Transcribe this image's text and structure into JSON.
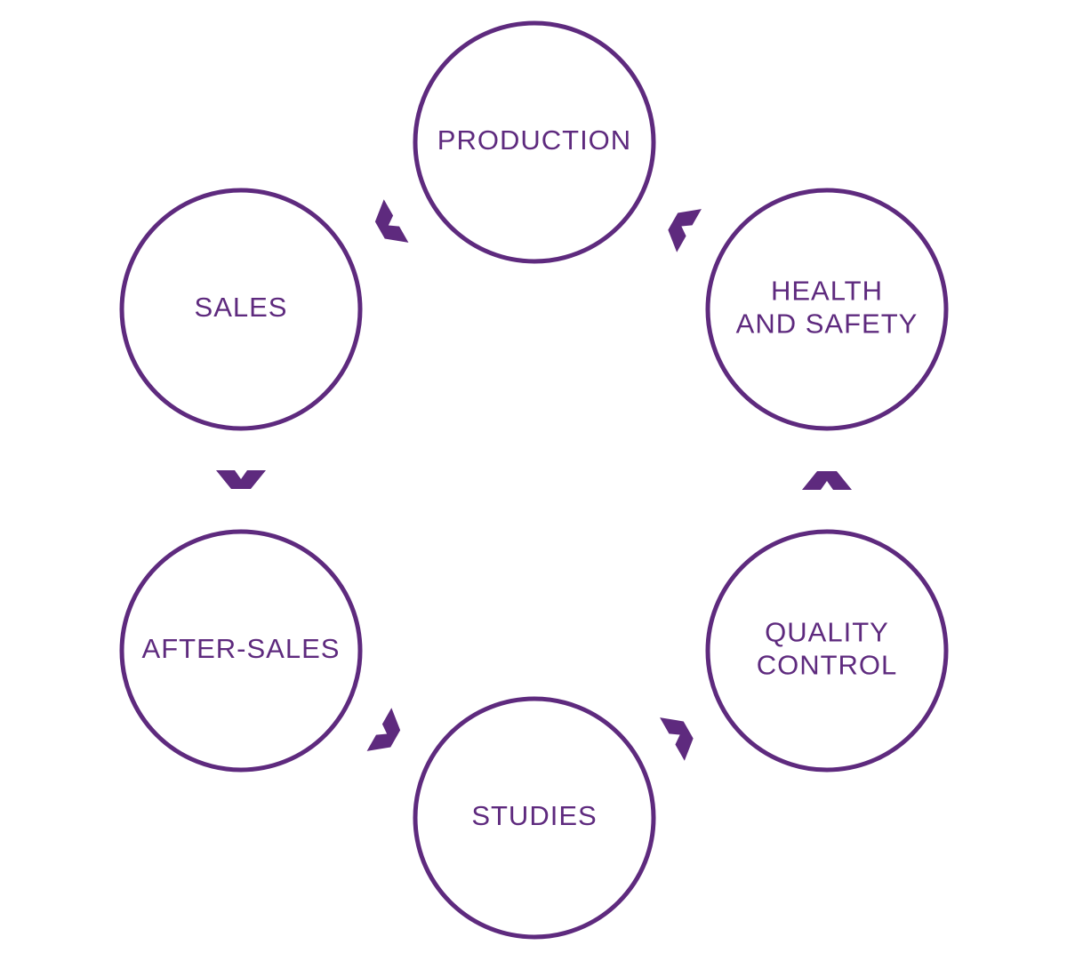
{
  "colors": {
    "accent": "#5e2a7e",
    "background": "#ffffff"
  },
  "nodes": [
    {
      "id": "production",
      "lines": [
        "PRODUCTION"
      ]
    },
    {
      "id": "health-and-safety",
      "lines": [
        "HEALTH",
        "AND SAFETY"
      ]
    },
    {
      "id": "quality-control",
      "lines": [
        "QUALITY",
        "CONTROL"
      ]
    },
    {
      "id": "studies",
      "lines": [
        "STUDIES"
      ]
    },
    {
      "id": "after-sales",
      "lines": [
        "AFTER-SALES"
      ]
    },
    {
      "id": "sales",
      "lines": [
        "SALES"
      ]
    }
  ],
  "arrows": [
    {
      "from": "quality-control",
      "to": "health-and-safety",
      "icon": "chevron-up-icon"
    },
    {
      "from": "health-and-safety",
      "to": "production",
      "icon": "chevron-icon"
    },
    {
      "from": "production",
      "to": "sales",
      "icon": "chevron-icon"
    },
    {
      "from": "sales",
      "to": "after-sales",
      "icon": "chevron-down-icon"
    },
    {
      "from": "after-sales",
      "to": "studies",
      "icon": "chevron-icon"
    },
    {
      "from": "studies",
      "to": "quality-control",
      "icon": "chevron-icon"
    }
  ]
}
